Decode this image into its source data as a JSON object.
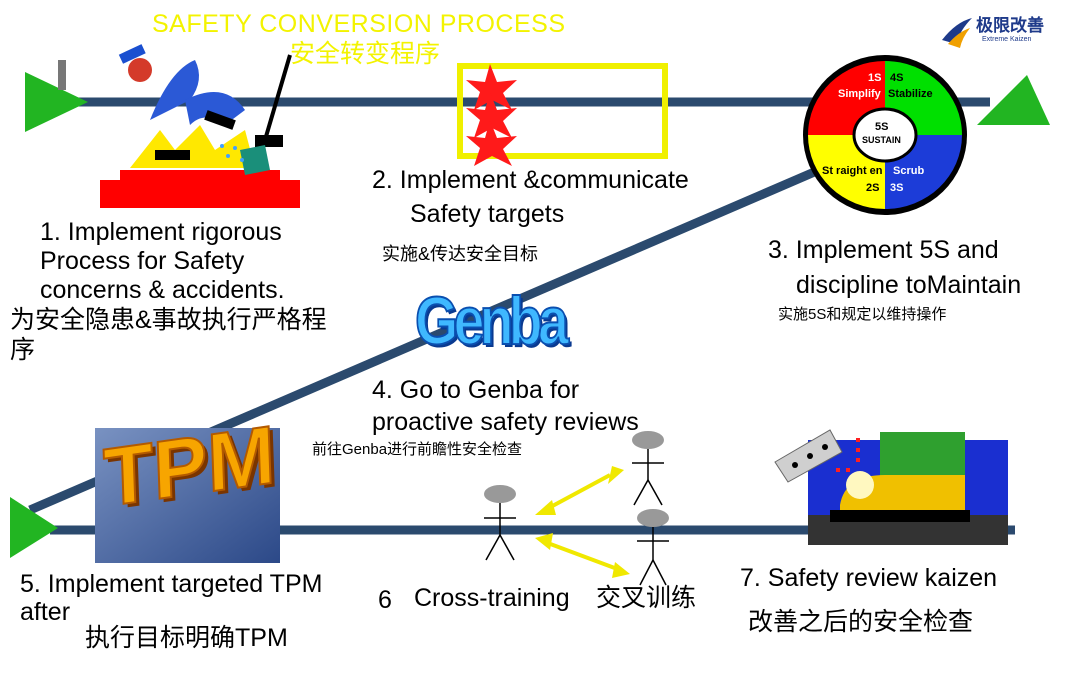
{
  "title": {
    "en": "SAFETY CONVERSION  PROCESS",
    "cn": "安全转变程序"
  },
  "logo": {
    "name": "极限改善",
    "sub": "Extreme Kaizen"
  },
  "steps": [
    {
      "en_lines": [
        "1.    Implement rigorous",
        "Process for Safety",
        "concerns & accidents."
      ],
      "cn_lines": [
        "为安全隐患&事故执行严格程",
        "序"
      ]
    },
    {
      "en_lines": [
        "2. Implement &communicate",
        "Safety targets"
      ],
      "cn": "实施&传达安全目标"
    },
    {
      "en_lines": [
        "3. Implement 5S  and",
        "discipline toMaintain"
      ],
      "cn": "实施5S和规定以维持操作"
    },
    {
      "en_lines": [
        "4. Go to Genba for",
        "proactive safety reviews"
      ],
      "cn": "前往Genba进行前瞻性安全检查"
    },
    {
      "en_lines": [
        "5. Implement targeted TPM",
        "after"
      ],
      "cn": "执行目标明确TPM"
    },
    {
      "num": "6",
      "en": "Cross-training",
      "cn": "交叉训练"
    },
    {
      "en": "7. Safety review kaizen",
      "cn": "改善之后的安全检查"
    }
  ],
  "five_s": {
    "q1": "1S",
    "q1_label": "Simplify",
    "q2": "4S",
    "q2_label": "Stabilize",
    "q3": "2S",
    "q3_label": "St raight en",
    "q4": "3S",
    "q4_label": "Scrub",
    "center": "5S",
    "center_label": "SUSTAIN",
    "colors": {
      "red": "#ff0000",
      "green": "#00e000",
      "yellow": "#ffff00",
      "blue": "#1c3cd8"
    }
  },
  "genba_word": "Genba",
  "tpm_word": "TPM",
  "colors": {
    "track": "#2b4a6e",
    "arrow": "#22b522",
    "star": "#ff1a1a",
    "frame": "#f0f000"
  }
}
